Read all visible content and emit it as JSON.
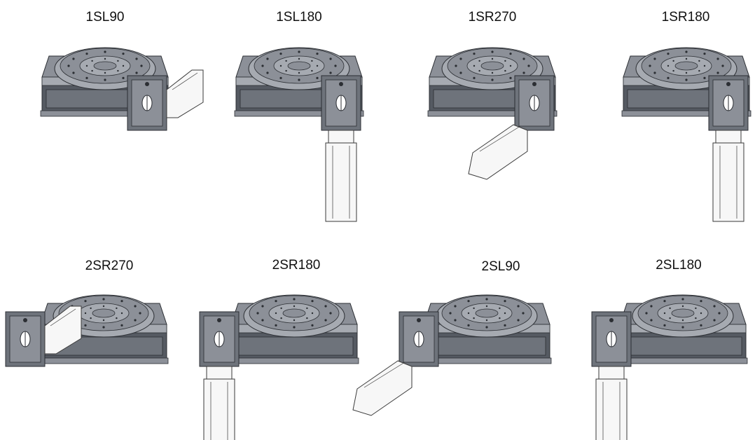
{
  "colors": {
    "body_dark": "#555a62",
    "body_mid": "#6e737b",
    "top_plate": "#8c9098",
    "top_light": "#a6aab1",
    "edge": "#2b2e33",
    "motor_fill": "#f7f7f7",
    "motor_line": "#3a3a3a",
    "text": "#111111"
  },
  "units": [
    {
      "id": "1SL90",
      "label": "1SL90",
      "side": "right",
      "motor": "right"
    },
    {
      "id": "1SL180",
      "label": "1SL180",
      "side": "right",
      "motor": "down"
    },
    {
      "id": "1SR270",
      "label": "1SR270",
      "side": "right",
      "motor": "left"
    },
    {
      "id": "1SR180",
      "label": "1SR180",
      "side": "right",
      "motor": "down"
    },
    {
      "id": "2SR270",
      "label": "2SR270",
      "side": "left",
      "motor": "right"
    },
    {
      "id": "2SR180",
      "label": "2SR180",
      "side": "left",
      "motor": "down"
    },
    {
      "id": "2SL90",
      "label": "2SL90",
      "side": "left",
      "motor": "left"
    },
    {
      "id": "2SL180",
      "label": "2SL180",
      "side": "left",
      "motor": "down"
    }
  ]
}
